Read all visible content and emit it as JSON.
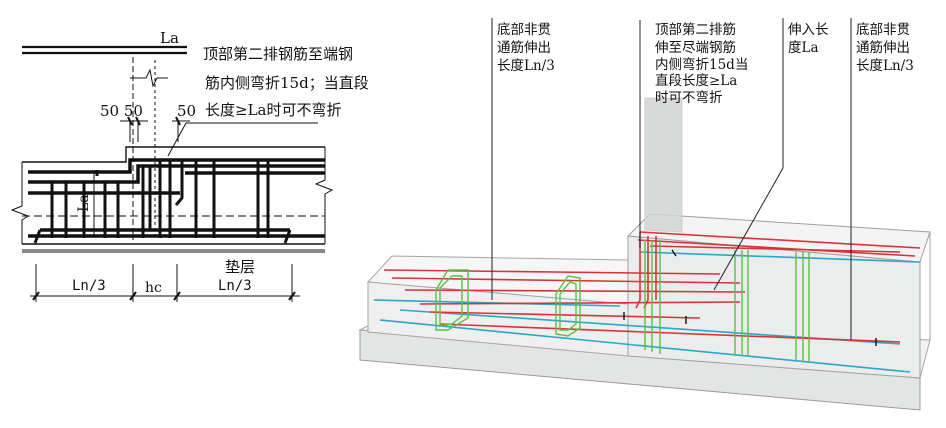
{
  "left": {
    "la_top": "La",
    "note_lines": [
      "顶部第二排钢筋至端钢",
      "筋内侧弯折15d；当直段",
      "长度≥La时可不弯折"
    ],
    "dim_50_left": "50 50",
    "dim_50_right": "50",
    "la_side": "La",
    "ln3_left": "Ln/3",
    "hc": "hc",
    "ln3_right": "Ln/3",
    "cushion": "垫层"
  },
  "right": {
    "callout_a": [
      "底部非贯",
      "通筋伸出",
      "长度Ln/3"
    ],
    "callout_b": [
      "顶部第二排筋",
      "伸至尽端钢筋",
      "内侧弯折15d当",
      "直段长度≥La",
      "时可不弯折"
    ],
    "callout_c": [
      "伸入长",
      "度La"
    ],
    "callout_d": [
      "底部非贯",
      "通筋伸出",
      "长度Ln/3"
    ]
  },
  "colors": {
    "rebar_red": "#d9333a",
    "rebar_blue": "#2aa7c9",
    "stirrup_green": "#57c247",
    "concrete_fill": "#eceded",
    "outline": "#9a9a9a"
  }
}
